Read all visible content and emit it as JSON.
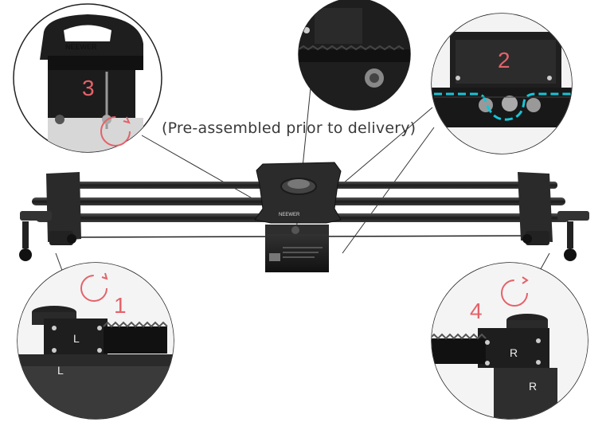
{
  "caption": "(Pre-assembled prior to delivery)",
  "brand": "NEEWER",
  "steps": {
    "s1": "1",
    "s2": "2",
    "s3": "3",
    "s4": "4"
  },
  "side_labels": {
    "left": "L",
    "right": "R"
  },
  "colors": {
    "accent_red": "#e4626a",
    "belt_highlight": "#18c4d6"
  }
}
